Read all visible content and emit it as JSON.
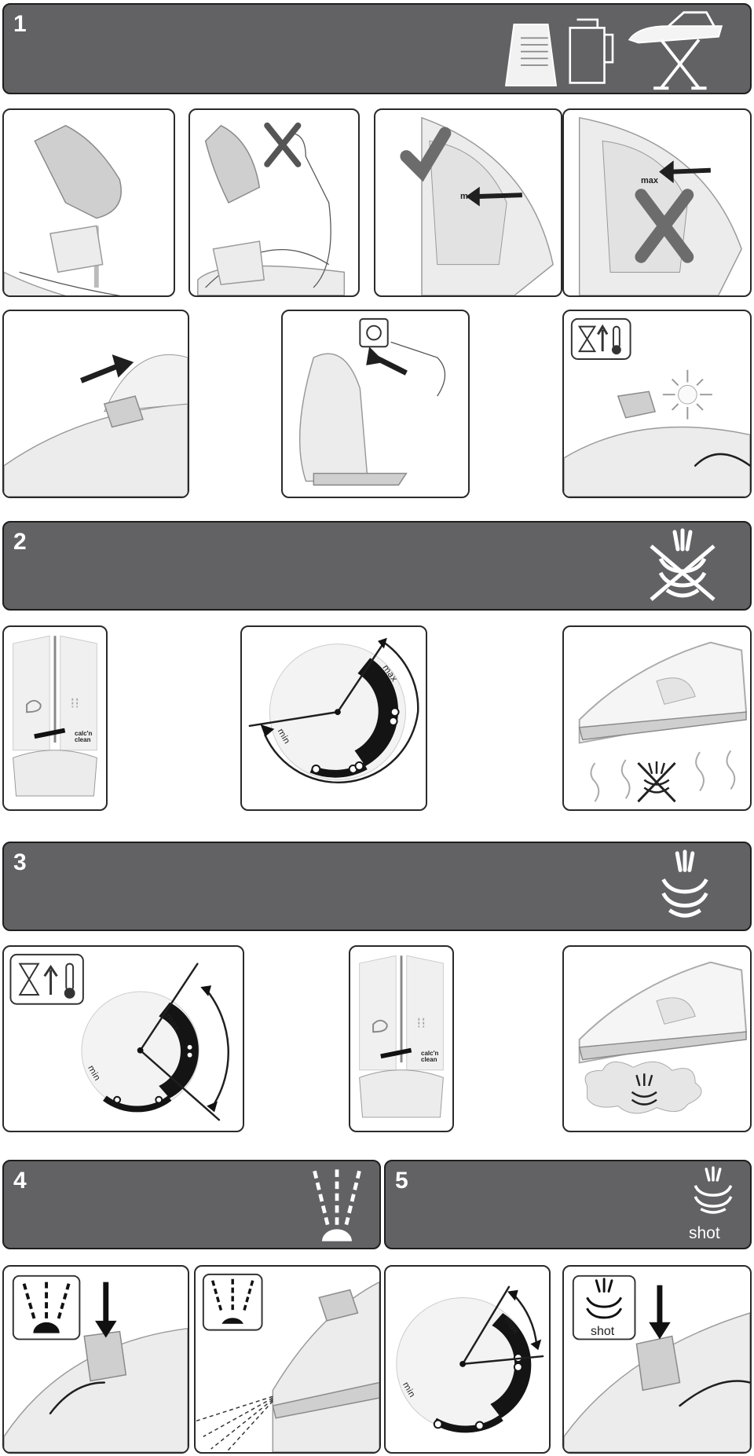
{
  "steps": [
    {
      "number": "1"
    },
    {
      "number": "2"
    },
    {
      "number": "3"
    },
    {
      "number": "4"
    },
    {
      "number": "5"
    }
  ],
  "tank": {
    "max_label": "max"
  },
  "dial": {
    "min_label": "min",
    "max_label": "max"
  },
  "selector": {
    "calc_clean_line1": "calc'n",
    "calc_clean_line2": "clean"
  },
  "shot": {
    "label": "shot"
  },
  "colors": {
    "header_bg": "#626264",
    "border": "#1e1e1e",
    "arrow": "#1f1f1f",
    "mark": "#6c6c6c"
  }
}
